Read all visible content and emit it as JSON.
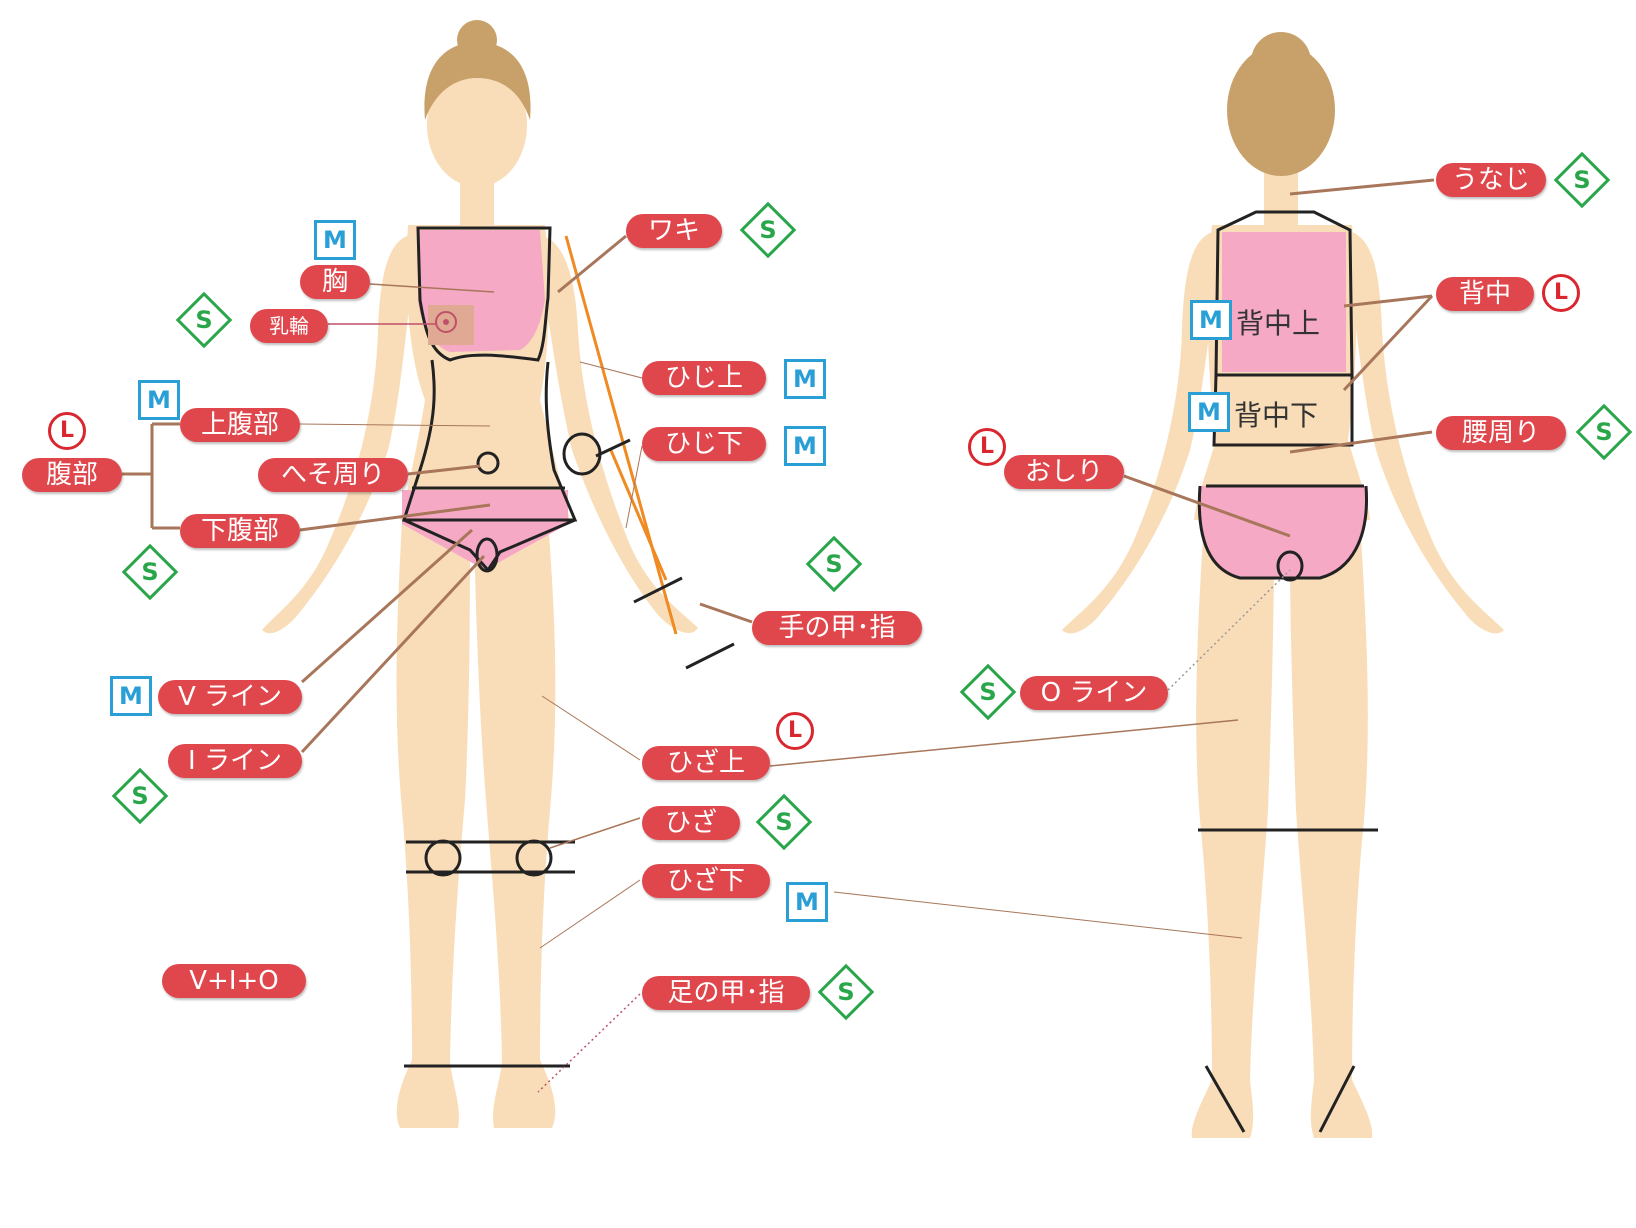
{
  "front": {
    "mune": {
      "label": "胸",
      "badge": "M"
    },
    "nyurin": {
      "label": "乳輪",
      "badge": "S"
    },
    "fukubu": {
      "label": "腹部",
      "badge": "L"
    },
    "joufukubu": {
      "label": "上腹部",
      "badge": "M"
    },
    "hesomawari": {
      "label": "へそ周り"
    },
    "kafukubu": {
      "label": "下腹部",
      "badge": "S"
    },
    "vline": {
      "label": "V ライン",
      "badge": "M"
    },
    "iline": {
      "label": "I ライン",
      "badge": "S"
    },
    "vio": {
      "label": "V+I+O"
    },
    "waki": {
      "label": "ワキ",
      "badge": "S"
    },
    "hijiue": {
      "label": "ひじ上",
      "badge": "M"
    },
    "hijishita": {
      "label": "ひじ下",
      "badge": "M"
    },
    "tenokou": {
      "label": "手の甲･指",
      "badge": "S"
    },
    "hizaue": {
      "label": "ひざ上",
      "badge": "L"
    },
    "hiza": {
      "label": "ひざ",
      "badge": "S"
    },
    "hizashita": {
      "label": "ひざ下",
      "badge": "M"
    },
    "ashinokou": {
      "label": "足の甲･指",
      "badge": "S"
    }
  },
  "back": {
    "unaji": {
      "label": "うなじ",
      "badge": "S"
    },
    "senaka": {
      "label": "背中",
      "badge": "L"
    },
    "senakaue": {
      "label": "背中上",
      "badge": "M"
    },
    "senakashita": {
      "label": "背中下",
      "badge": "M"
    },
    "koshimawari": {
      "label": "腰周り",
      "badge": "S"
    },
    "oshiri": {
      "label": "おしり",
      "badge": "L"
    },
    "oline": {
      "label": "O ライン",
      "badge": "S"
    }
  },
  "colors": {
    "label_bg": "#e0474c",
    "badge_s": "#2aa64a",
    "badge_m": "#2a9fd6",
    "badge_l": "#d9262f",
    "skin": "#f9ddb8",
    "underwear": "#f5a9c4",
    "hair": "#c8a06a"
  }
}
